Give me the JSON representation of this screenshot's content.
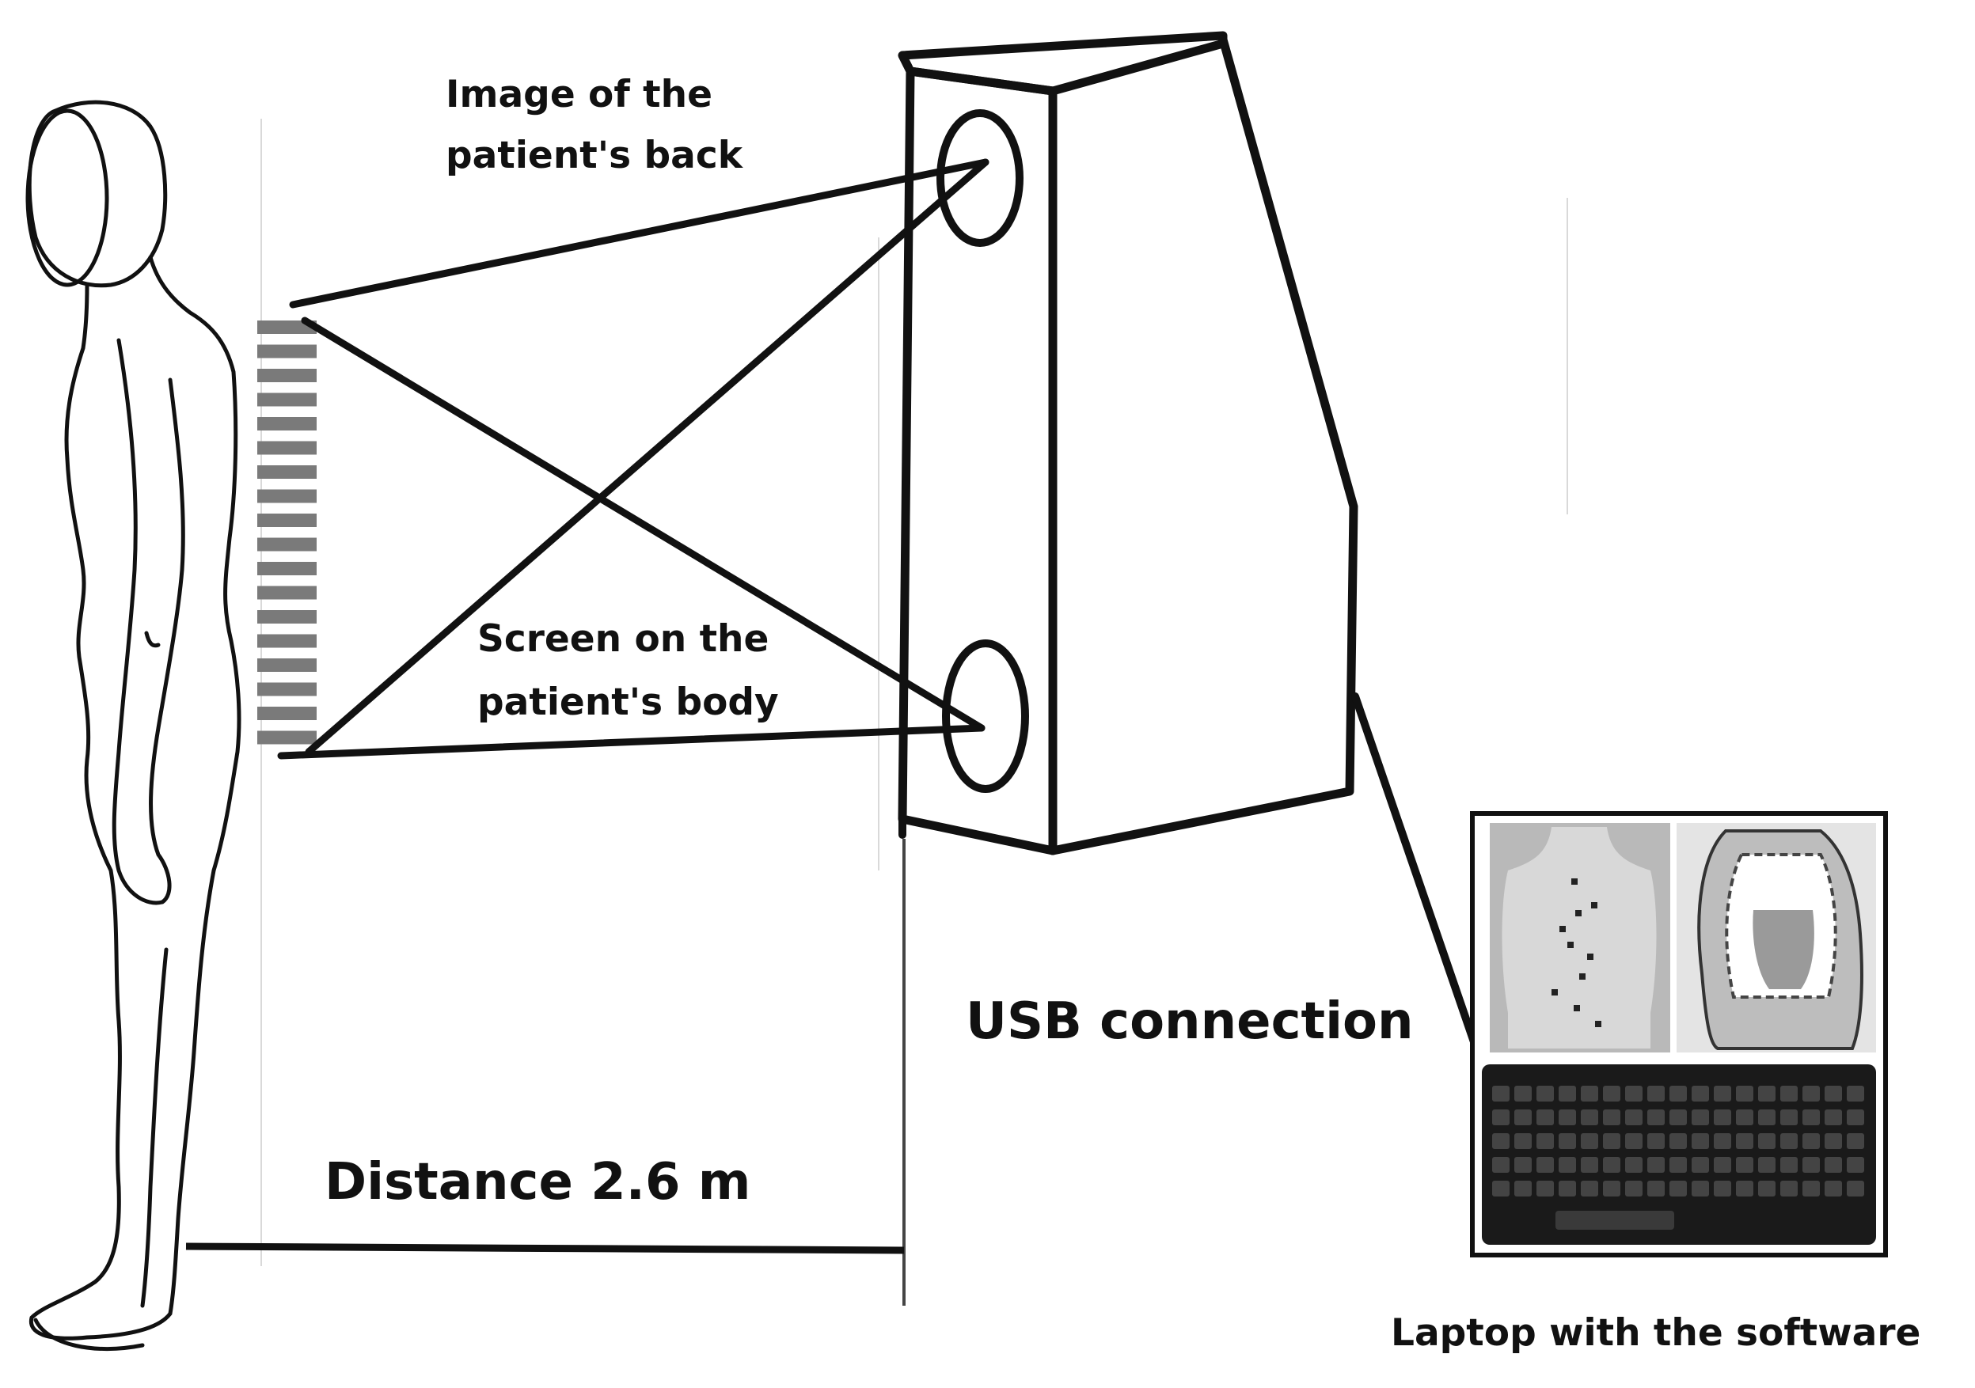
{
  "labels": {
    "image_back_line1": "Image of the",
    "image_back_line2": "patient's back",
    "screen_line1": "Screen on the",
    "screen_line2": "patient's body",
    "usb": "USB connection",
    "distance": "Distance 2.6 m",
    "laptop": "Laptop with the software"
  },
  "colors": {
    "ink": "#111111",
    "background": "#ffffff",
    "screen_stripe": "#7a7a7a"
  },
  "icons": {
    "patient": "standing-person-side-view",
    "device": "scanner-tower",
    "laptop": "laptop-with-keyboard"
  }
}
